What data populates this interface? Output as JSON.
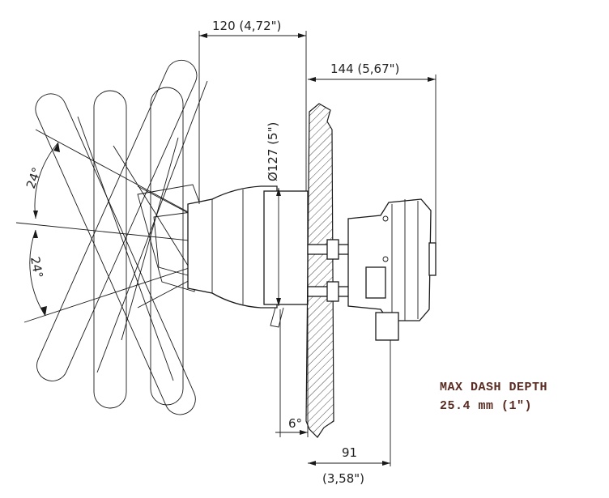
{
  "dimensions": {
    "top_width": "120 (4,72\")",
    "rear_depth": "144 (5,67\")",
    "wheel_diameter": "Ø127 (5\")",
    "tilt_up": "24°",
    "tilt_down": "24°",
    "dash_angle": "6°",
    "bottom_depth_mm": "91",
    "bottom_depth_in": "(3,58\")"
  },
  "note": {
    "line1": "MAX DASH DEPTH",
    "line2": "25.4 mm (1\")"
  },
  "colors": {
    "line": "#1a1a1a",
    "note": "#5a2c22"
  }
}
